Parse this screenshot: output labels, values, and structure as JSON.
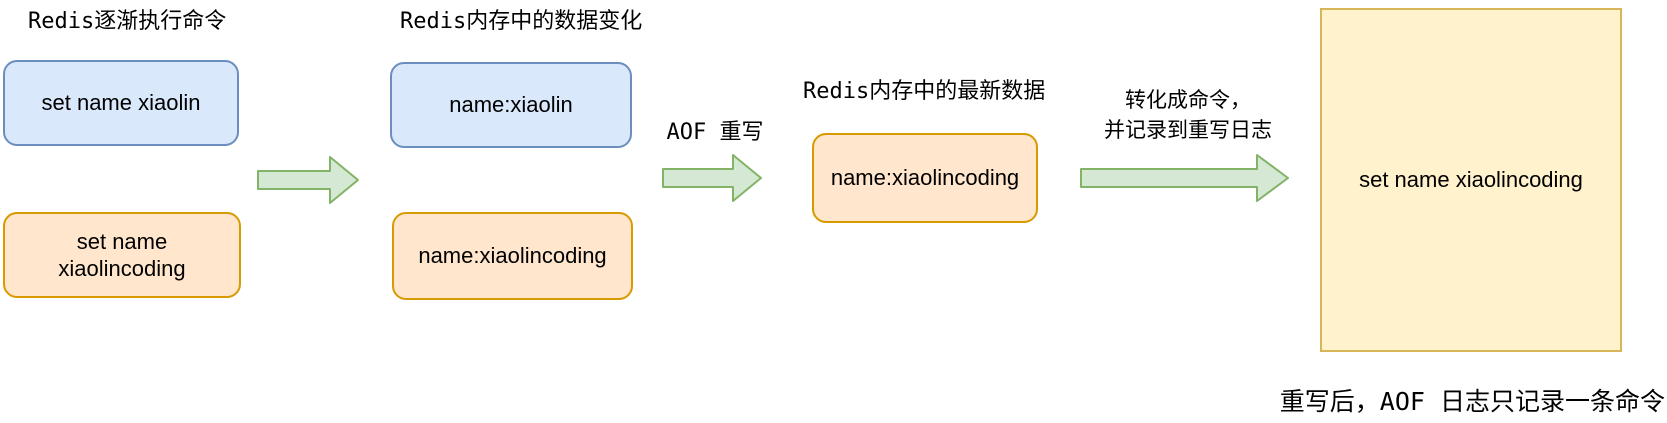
{
  "palette": {
    "background": "#ffffff",
    "text": "#000000",
    "blue_fill": "#dae8fc",
    "blue_stroke": "#6c8ebf",
    "orange_fill": "#ffe6cc",
    "orange_stroke": "#d79b00",
    "yellow_fill": "#fff2cc",
    "yellow_stroke": "#d6b656",
    "green_fill": "#d5e8d4",
    "green_stroke": "#82b366"
  },
  "columns": {
    "executed_commands": {
      "title": "Redis逐渐执行命令",
      "boxes": [
        {
          "text": "set name xiaolin",
          "color": "blue"
        },
        {
          "text": "set name\nxiaolincoding",
          "color": "orange"
        }
      ]
    },
    "memory_changes": {
      "title": "Redis内存中的数据变化",
      "boxes": [
        {
          "text": "name:xiaolin",
          "color": "blue"
        },
        {
          "text": "name:xiaolincoding",
          "color": "orange"
        }
      ]
    },
    "latest_memory": {
      "title": "Redis内存中的最新数据",
      "box": {
        "text": "name:xiaolincoding",
        "color": "orange"
      }
    },
    "rewrite_log": {
      "box": {
        "text": "set name xiaolincoding",
        "color": "yellow"
      }
    }
  },
  "labels": {
    "aof_rewrite": "AOF 重写",
    "convert_to_command": "转化成命令，\n并记录到重写日志",
    "footer": "重写后，AOF 日志只记录一条命令"
  }
}
